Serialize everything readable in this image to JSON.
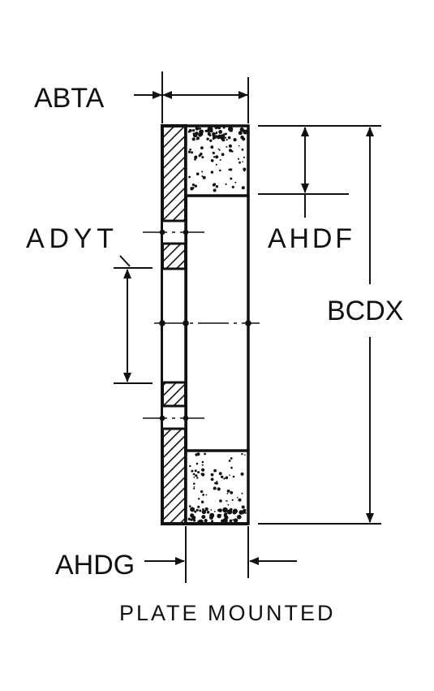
{
  "diagram": {
    "labels": {
      "abta": "ABTA",
      "adyt": "ADYT",
      "ahdf": "AHDF",
      "bcdx": "BCDX",
      "ahdg": "AHDG"
    },
    "caption": "PLATE MOUNTED",
    "colors": {
      "ink": "#111111",
      "paper": "#ffffff"
    }
  }
}
